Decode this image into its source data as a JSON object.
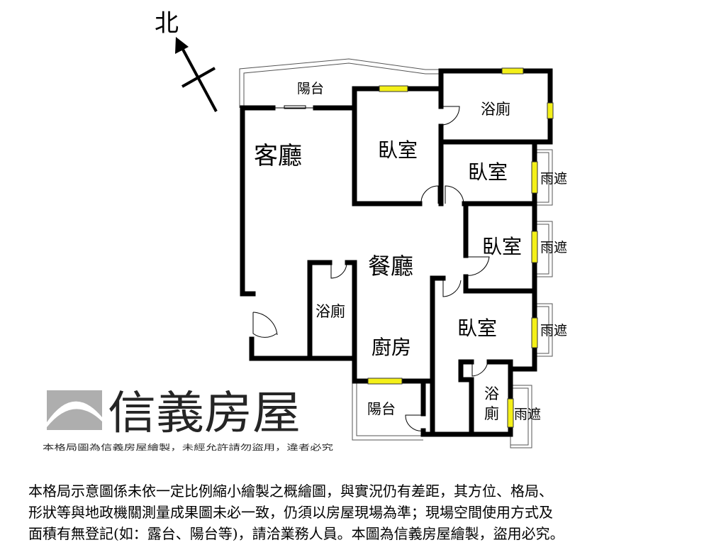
{
  "compass": {
    "label": "北"
  },
  "watermark": {
    "brand": "信義房屋",
    "notice": "本格局圖為信義房屋繪製，未經允許請勿盜用，違者必究",
    "color": "#a0a0a0"
  },
  "rooms": {
    "balcony_top": "陽台",
    "living": "客廳",
    "bedroom_1": "臥室",
    "bath_top": "浴廁",
    "bedroom_2": "臥室",
    "bedroom_3": "臥室",
    "dining": "餐廳",
    "bath_mid": "浴廁",
    "kitchen": "廚房",
    "bedroom_4": "臥室",
    "balcony_bottom": "陽台",
    "bath_bottom_1": "浴",
    "bath_bottom_2": "廁",
    "rain_shelter_1": "雨遮",
    "rain_shelter_2": "雨遮",
    "rain_shelter_3": "雨遮",
    "rain_shelter_4": "雨遮"
  },
  "colors": {
    "wall": "#000000",
    "window": "#f4f019"
  },
  "disclaimer": [
    "本格局示意圖係未依一定比例縮小繪製之概繪圖，與實況仍有差距，其方位、格局、",
    "形狀等與地政機關測量成果圖未必一致，仍須以房屋現場為準；現場空間使用方式及",
    "面積有無登記(如：露台、陽台等)，請洽業務人員。本圖為信義房屋繪製，盜用必究。"
  ]
}
